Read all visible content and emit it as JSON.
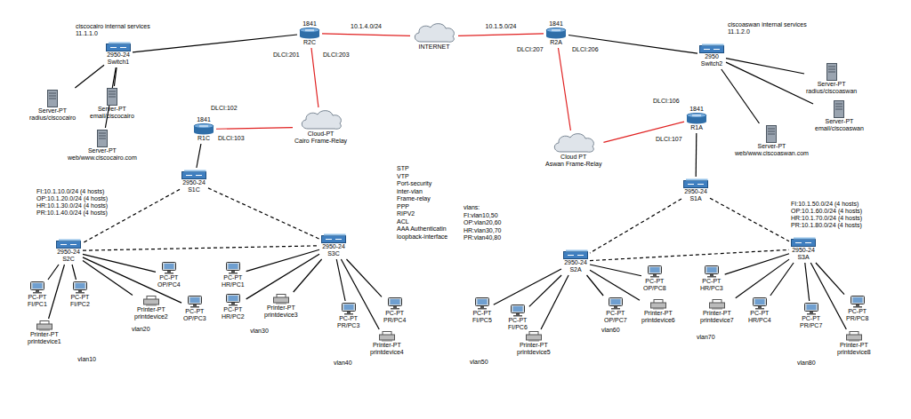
{
  "diagram": {
    "nodes": [
      {
        "text": [
          "ciscocairo internal services",
          "11.1.1.0"
        ]
      },
      {
        "text": [
          "2950-24",
          "Switch1"
        ]
      },
      {
        "text": [
          "Server-PT",
          "radius/ciscocairo"
        ],
        "in": 0
      },
      {
        "text": [
          "Server-PT",
          "email/ciscocairo"
        ],
        "in": 0
      },
      {
        "text": [
          "Server-PT",
          "web/www.ciscocairo.com"
        ],
        "in": 0
      },
      {
        "text": [
          "1841",
          "R2C"
        ]
      },
      {
        "text": [
          "INTERNET"
        ]
      },
      {
        "text": [
          "1841",
          "R2A"
        ]
      },
      {
        "text": [
          "2950",
          "Switch2"
        ]
      },
      {
        "text": [
          "ciscoaswan internal services",
          "11.1.2.0"
        ]
      },
      {
        "text": [
          "Server-PT",
          "radius/ciscoaswan"
        ],
        "in": 9
      },
      {
        "text": [
          "Server-PT",
          "email/ciscoaswan"
        ],
        "in": 9
      },
      {
        "text": [
          "Server-PT",
          "web/www.ciscoaswan.com"
        ],
        "in": 9
      },
      {
        "text": [
          "1841",
          "R1C"
        ]
      },
      {
        "text": [
          "Cloud-PT",
          "Cairo Frame-Relay"
        ]
      },
      {
        "text": [
          "Cloud PT",
          "Aswan Frame-Relay"
        ]
      },
      {
        "text": [
          "1841",
          "R1A"
        ]
      },
      {
        "text": [
          "2950-24",
          "S1C"
        ]
      },
      {
        "text": [
          "2950-24",
          "S1A"
        ]
      },
      {
        "text": [
          "2950-24",
          "S2C"
        ]
      },
      {
        "text": [
          "2950-24",
          "S3C"
        ]
      },
      {
        "text": [
          "2950-24",
          "S2A"
        ]
      },
      {
        "text": [
          "2950-24",
          "S3A"
        ]
      },
      {
        "text": [
          "vlan10"
        ]
      },
      {
        "text": [
          "PC-PT",
          "FI/PC1"
        ],
        "in": 23
      },
      {
        "text": [
          "PC-PT",
          "FI/PC2"
        ],
        "in": 23
      },
      {
        "text": [
          "Printer-PT",
          "printdevice1"
        ],
        "in": 23
      },
      {
        "text": [
          "vlan20"
        ]
      },
      {
        "text": [
          "Printer-PT",
          "printdevice2"
        ],
        "in": 27
      },
      {
        "text": [
          "PC-PT",
          "OP/PC4"
        ],
        "in": 27
      },
      {
        "text": [
          "PC-PT",
          "OP/PC3"
        ],
        "in": 27
      },
      {
        "text": [
          "vlan30"
        ]
      },
      {
        "text": [
          "PC-PT",
          "HR/PC1"
        ],
        "in": 31
      },
      {
        "text": [
          "PC-PT",
          "HR/PC2"
        ],
        "in": 31
      },
      {
        "text": [
          "Printer-PT",
          "printdevice3"
        ],
        "in": 31
      },
      {
        "text": [
          "vlan40"
        ]
      },
      {
        "text": [
          "PC-PT",
          "PR/PC3"
        ],
        "in": 35
      },
      {
        "text": [
          "PC-PT",
          "PR/PC4"
        ],
        "in": 35
      },
      {
        "text": [
          "Printer-PT",
          "printdevice4"
        ],
        "in": 35
      },
      {
        "text": [
          "vlan50"
        ]
      },
      {
        "text": [
          "PC-PT",
          "FI/PC5"
        ],
        "in": 39
      },
      {
        "text": [
          "PC-PT",
          "FI/PC6"
        ],
        "in": 39
      },
      {
        "text": [
          "Printer-PT",
          "printdevice5"
        ],
        "in": 39
      },
      {
        "text": [
          "vlan60"
        ]
      },
      {
        "text": [
          "PC-PT",
          "OP/PC7"
        ],
        "in": 43
      },
      {
        "text": [
          "PC-PT",
          "OP/PC8"
        ],
        "in": 43
      },
      {
        "text": [
          "Printer-PT",
          "printdevice6"
        ],
        "in": 43
      },
      {
        "text": [
          "vlan70"
        ]
      },
      {
        "text": [
          "PC-PT",
          "HR/PC3"
        ],
        "in": 47
      },
      {
        "text": [
          "PC-PT",
          "HR/PC4"
        ],
        "in": 47
      },
      {
        "text": [
          "Printer-PT",
          "printdevice7"
        ],
        "in": 47
      },
      {
        "text": [
          "vlan80"
        ]
      },
      {
        "text": [
          "PC-PT",
          "PR/PC7"
        ],
        "in": 51
      },
      {
        "text": [
          "PC-PT",
          "PR/PC8"
        ],
        "in": 51
      },
      {
        "text": [
          "Printer-PT",
          "printdevice8"
        ],
        "in": 51
      }
    ],
    "edges": [
      {
        "from": 1,
        "to": 5,
        "arrow": "none"
      },
      {
        "from": 5,
        "to": 6,
        "label": "10.1.4.0/24",
        "arrow": "none"
      },
      {
        "from": 6,
        "to": 7,
        "label": "10.1.5.0/24",
        "arrow": "none"
      },
      {
        "from": 7,
        "to": 8,
        "arrow": "none"
      },
      {
        "from": 1,
        "to": 2,
        "arrow": "none"
      },
      {
        "from": 1,
        "to": 3,
        "arrow": "none"
      },
      {
        "from": 1,
        "to": 4,
        "arrow": "none"
      },
      {
        "from": 8,
        "to": 10,
        "arrow": "none"
      },
      {
        "from": 8,
        "to": 11,
        "arrow": "none"
      },
      {
        "from": 8,
        "to": 12,
        "arrow": "none"
      },
      {
        "from": 5,
        "to": 14,
        "arrow": "none"
      },
      {
        "from": 14,
        "to": 13,
        "arrow": "none"
      },
      {
        "from": 7,
        "to": 15,
        "arrow": "none"
      },
      {
        "from": 15,
        "to": 16,
        "arrow": "none"
      },
      {
        "from": 13,
        "to": 17,
        "arrow": "none"
      },
      {
        "from": 16,
        "to": 18,
        "arrow": "none"
      },
      {
        "from": 17,
        "to": 19,
        "arrow": "none"
      },
      {
        "from": 17,
        "to": 20,
        "arrow": "none"
      },
      {
        "from": 19,
        "to": 20,
        "arrow": "none"
      },
      {
        "from": 18,
        "to": 21,
        "arrow": "none"
      },
      {
        "from": 18,
        "to": 22,
        "arrow": "none"
      },
      {
        "from": 21,
        "to": 22,
        "arrow": "none"
      },
      {
        "from": 19,
        "to": 24,
        "arrow": "none"
      },
      {
        "from": 19,
        "to": 25,
        "arrow": "none"
      },
      {
        "from": 19,
        "to": 26,
        "arrow": "none"
      },
      {
        "from": 19,
        "to": 28,
        "arrow": "none"
      },
      {
        "from": 19,
        "to": 29,
        "arrow": "none"
      },
      {
        "from": 19,
        "to": 30,
        "arrow": "none"
      },
      {
        "from": 20,
        "to": 32,
        "arrow": "none"
      },
      {
        "from": 20,
        "to": 33,
        "arrow": "none"
      },
      {
        "from": 20,
        "to": 34,
        "arrow": "none"
      },
      {
        "from": 20,
        "to": 36,
        "arrow": "none"
      },
      {
        "from": 20,
        "to": 37,
        "arrow": "none"
      },
      {
        "from": 20,
        "to": 38,
        "arrow": "none"
      },
      {
        "from": 21,
        "to": 40,
        "arrow": "none"
      },
      {
        "from": 21,
        "to": 41,
        "arrow": "none"
      },
      {
        "from": 21,
        "to": 42,
        "arrow": "none"
      },
      {
        "from": 21,
        "to": 44,
        "arrow": "none"
      },
      {
        "from": 21,
        "to": 45,
        "arrow": "none"
      },
      {
        "from": 21,
        "to": 46,
        "arrow": "none"
      },
      {
        "from": 22,
        "to": 48,
        "arrow": "none"
      },
      {
        "from": 22,
        "to": 49,
        "arrow": "none"
      },
      {
        "from": 22,
        "to": 50,
        "arrow": "none"
      },
      {
        "from": 22,
        "to": 52,
        "arrow": "none"
      },
      {
        "from": 22,
        "to": 53,
        "arrow": "none"
      },
      {
        "from": 22,
        "to": 54,
        "arrow": "none"
      }
    ],
    "labels": [
      "DLCI:201",
      "DLCI:203",
      "DLCI:207",
      "DLCI:206",
      "DLCI:102",
      "DLCI:103",
      "DLCI:106",
      "DLCI:107",
      "FI:10.1.10.0/24 (4 hosts)",
      "OP:10.1.20.0/24 (4 hosts)",
      "HR:10.1.30.0/24 (4 hosts)",
      "PR:10.1.40.0/24 (4 hosts)",
      "STP",
      "VTP",
      "Port-security",
      "inter-vlan",
      "Frame-relay",
      "PPP",
      "RIPV2",
      "ACL",
      "AAA Authenticatin",
      "loopback-interface",
      "vlans:",
      "FI:vlan10,50",
      "OP:vlan20,60",
      "HR:vlan30,70",
      "PR:vlan40,80",
      "FI:10.1.50.0/24 (4 hosts)",
      "OP:10.1.60.0/24 (4 hosts)",
      "HR:10.1.70.0/24 (4 hosts)",
      "PR:10.1.80.0/24 (4 hosts)"
    ]
  }
}
